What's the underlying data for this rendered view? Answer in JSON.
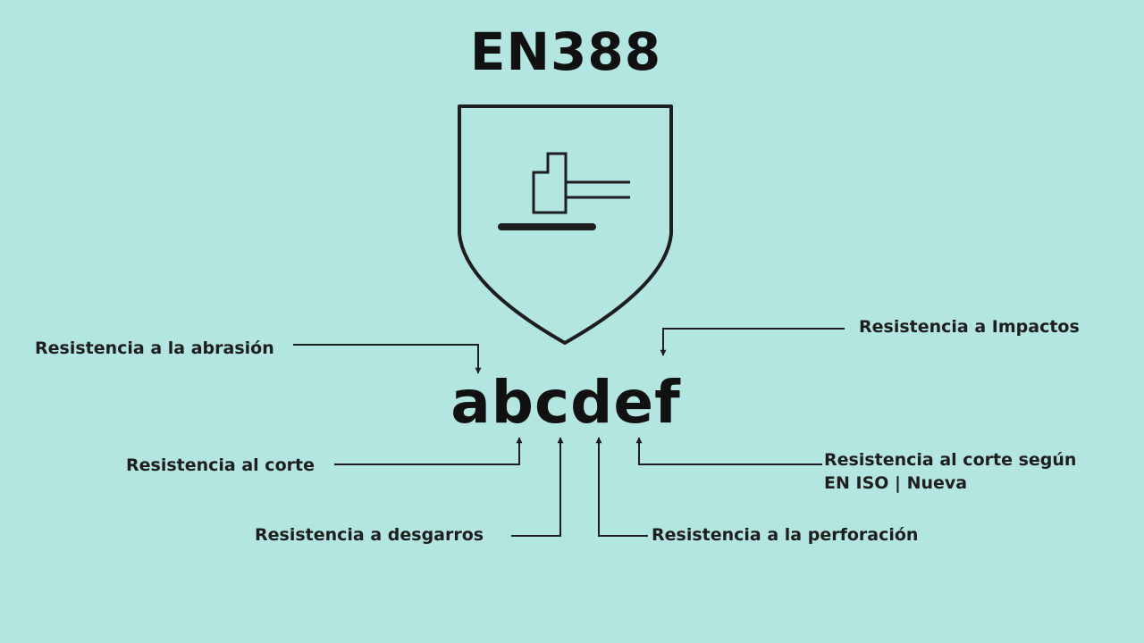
{
  "title": "EN388",
  "code": "abcdef",
  "labels": {
    "abrasion": "Resistencia a la abrasión",
    "impact": "Resistencia a Impactos",
    "cut": "Resistencia al corte",
    "cut_iso_line1": "Resistencia al corte según",
    "cut_iso_line2": "EN ISO | Nueva",
    "tear": "Resistencia a desgarros",
    "puncture": "Resistencia a la perforación"
  },
  "colors": {
    "background": "#b3e5e1",
    "ink": "#1e1e1e"
  },
  "icons": [
    "shield-icon",
    "hammer-icon"
  ]
}
